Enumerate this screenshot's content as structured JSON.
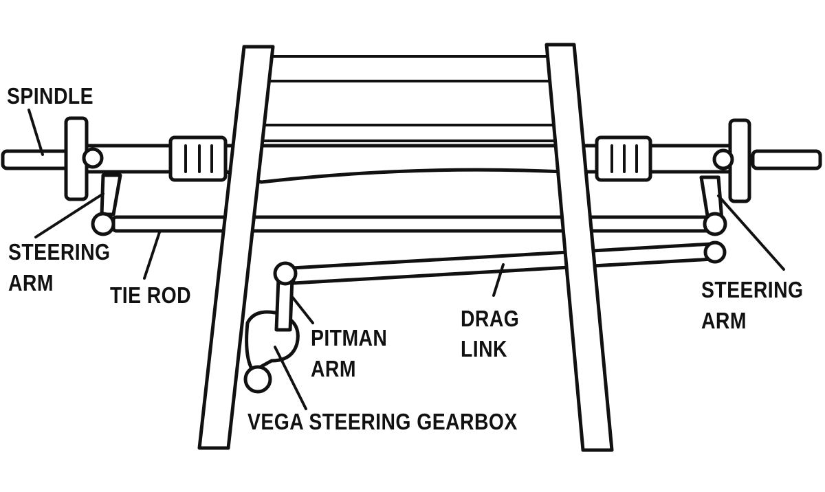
{
  "labels": {
    "spindle": "SPINDLE",
    "steering_arm_left": [
      "STEERING",
      "ARM"
    ],
    "tie_rod": "TIE ROD",
    "pitman_arm": [
      "PITMAN",
      "ARM"
    ],
    "drag_link": [
      "DRAG",
      "LINK"
    ],
    "steering_arm_right": [
      "STEERING",
      "ARM"
    ],
    "gearbox": "VEGA STEERING GEARBOX"
  }
}
